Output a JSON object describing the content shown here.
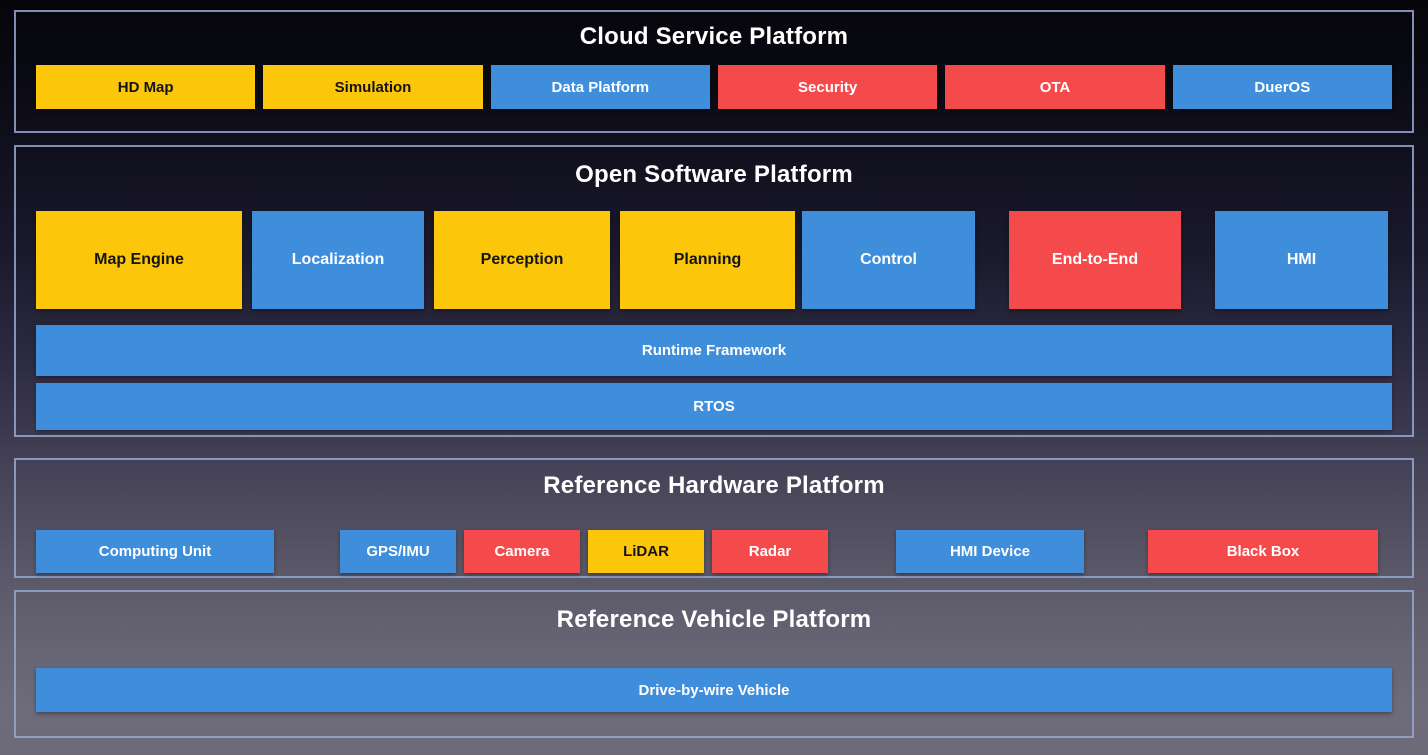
{
  "palette": {
    "yellow": "#FCC60A",
    "blue": "#3E8EDB",
    "red": "#F54A4C",
    "text_on_yellow": "#141414",
    "text_on_blue_red": "#FFFFFF",
    "panel_border": "#94A8D0",
    "background_top": "#05050A",
    "background_bottom": "#6D6A7A",
    "title_text": "#FFFFFF"
  },
  "sections": {
    "cloud": {
      "title": "Cloud Service Platform",
      "modules": [
        {
          "label": "HD Map",
          "color": "yellow"
        },
        {
          "label": "Simulation",
          "color": "yellow"
        },
        {
          "label": "Data Platform",
          "color": "blue"
        },
        {
          "label": "Security",
          "color": "red"
        },
        {
          "label": "OTA",
          "color": "red"
        },
        {
          "label": "DuerOS",
          "color": "blue"
        }
      ]
    },
    "software": {
      "title": "Open Software Platform",
      "modules": [
        {
          "label": "Map Engine",
          "color": "yellow"
        },
        {
          "label": "Localization",
          "color": "blue"
        },
        {
          "label": "Perception",
          "color": "yellow"
        },
        {
          "label": "Planning",
          "color": "yellow"
        },
        {
          "label": "Control",
          "color": "blue"
        },
        {
          "label": "End-to-End",
          "color": "red"
        },
        {
          "label": "HMI",
          "color": "blue"
        }
      ],
      "layers": [
        {
          "label": "Runtime Framework",
          "color": "blue"
        },
        {
          "label": "RTOS",
          "color": "blue"
        }
      ]
    },
    "hardware": {
      "title": "Reference Hardware Platform",
      "modules": [
        {
          "label": "Computing Unit",
          "color": "blue"
        },
        {
          "label": "GPS/IMU",
          "color": "blue"
        },
        {
          "label": "Camera",
          "color": "red"
        },
        {
          "label": "LiDAR",
          "color": "yellow"
        },
        {
          "label": "Radar",
          "color": "red"
        },
        {
          "label": "HMI Device",
          "color": "blue"
        },
        {
          "label": "Black Box",
          "color": "red"
        }
      ]
    },
    "vehicle": {
      "title": "Reference Vehicle Platform",
      "modules": [
        {
          "label": "Drive-by-wire Vehicle",
          "color": "blue"
        }
      ]
    }
  }
}
